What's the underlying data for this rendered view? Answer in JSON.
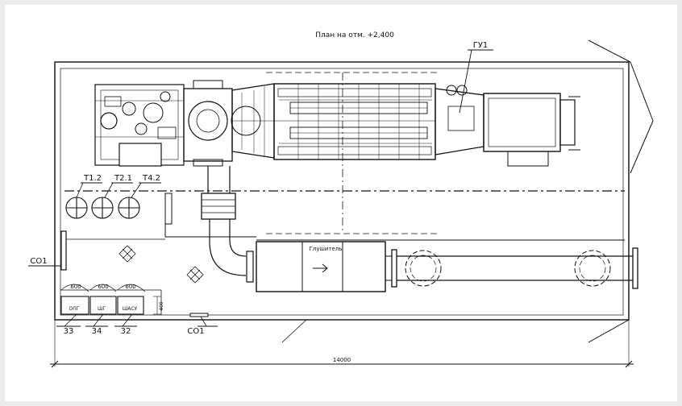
{
  "title": "План на отм. +2,400",
  "labels": {
    "gu1": "ГУ1",
    "t12": "Т1.2",
    "t21": "Т2.1",
    "t42": "Т4.2",
    "co1_left": "СО1",
    "co1_bottom": "СО1",
    "muffler": "Глушитель",
    "box_opg": "ОПГ",
    "box_shg": "ШГ",
    "box_shasu": "ШАСУ",
    "tag_33": "33",
    "tag_34": "34",
    "tag_32": "32",
    "dim_600_1": "600",
    "dim_600_2": "600",
    "dim_600_3": "600",
    "dim_400": "400",
    "overall_dim": "14000"
  },
  "colors": {
    "background": "#e9ebec",
    "sheet": "#ffffff",
    "line": "#111111"
  }
}
